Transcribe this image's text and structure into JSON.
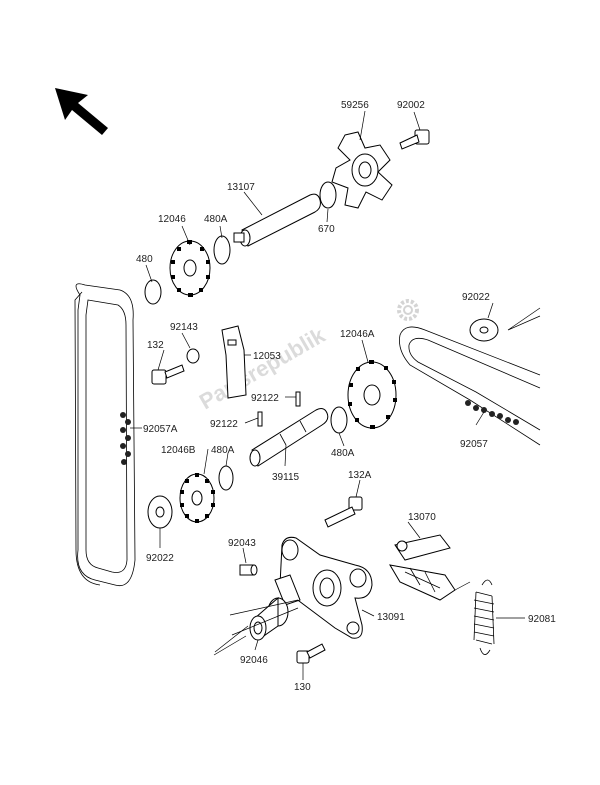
{
  "watermark": {
    "text": "Partsrepublik"
  },
  "diagram": {
    "labels": {
      "p59256": "59256",
      "p92002": "92002",
      "p13107": "13107",
      "p670": "670",
      "p12046": "12046",
      "p480A_top": "480A",
      "p480": "480",
      "p92022_right": "92022",
      "p92143": "92143",
      "p132": "132",
      "p12053": "12053",
      "p12046A": "12046A",
      "p92057A": "92057A",
      "p92122_a": "92122",
      "p92122_b": "92122",
      "p12046B": "12046B",
      "p480A_mid": "480A",
      "p39115": "39115",
      "p480A_right": "480A",
      "p92057": "92057",
      "p132A": "132A",
      "p13070": "13070",
      "p92022_left": "92022",
      "p92043": "92043",
      "p13091": "13091",
      "p92081": "92081",
      "p92046": "92046",
      "p130": "130"
    }
  }
}
